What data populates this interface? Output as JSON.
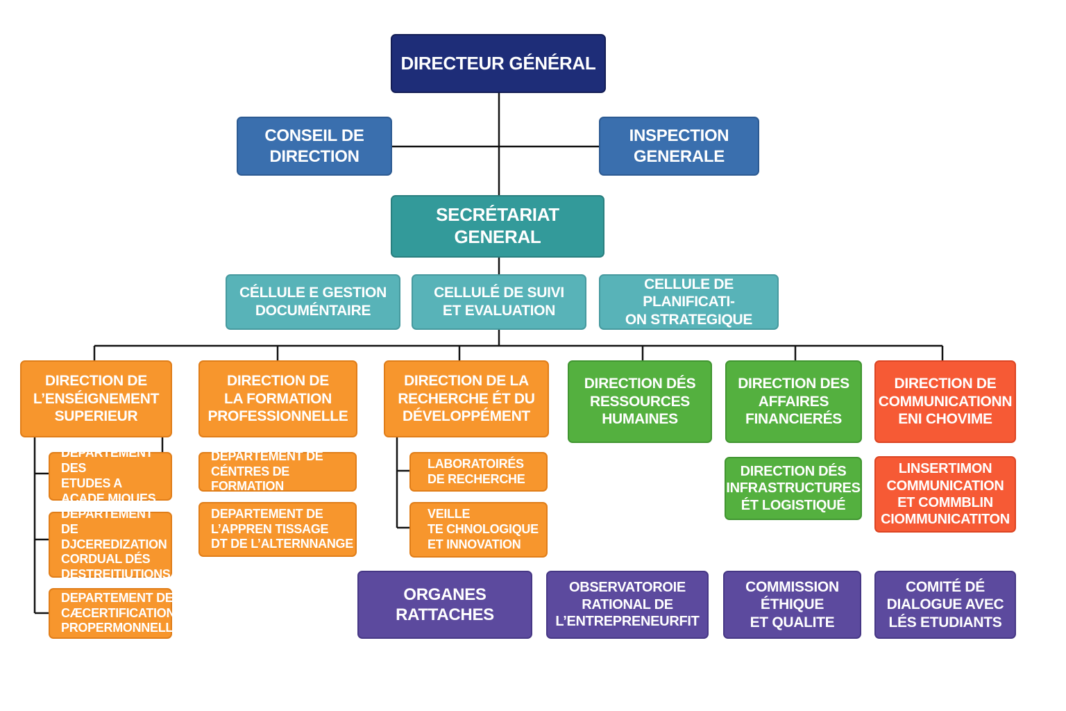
{
  "colors": {
    "navy": "#1e2d78",
    "blue": "#3a6fae",
    "teal": "#339a9a",
    "light_teal": "#58b3b8",
    "orange": "#f7962d",
    "green": "#54b03f",
    "red": "#f65a35",
    "purple": "#5c4a9e",
    "line": "#111111"
  },
  "top": {
    "director": "DIRECTEUR GÉNÉRAL",
    "conseil": "CONSEIL DE\nDIRECTION",
    "inspection": "INSPECTION\nGENERALE",
    "secretariat": "SECRÉTARIAT\nGENERAL"
  },
  "cells": {
    "gestion": "CÉLLULE E GESTION\nDOCUMÉNTAIRE",
    "suivi": "CELLULÉ DE SUIVI\nET EVALUATION",
    "planification": "CELLULE DE PLANIFICATI-\nON STRATEGIQUE"
  },
  "directions": {
    "enseignement": "DIRECTION DE\nL’ENSÉIGNEMENT\nSUPERIEUR",
    "formation": "DIRECTION DE\nLA FORMATION\nPROFESSIONNELLE",
    "recherche": "DIRECTION DE LA\nRECHERCHE ÉT DU\nDÉVELOPPÉMENT",
    "rh": "DIRECTION DÉS\nRESSOURCES\nHUMAINES",
    "financieres": "DIRECTION DES\nAFFAIRES\nFINANCIERÉS",
    "communication": "DIRECTION DE\nCOMMUNICATIONN\nENI CHOVIME"
  },
  "sub": {
    "etudes": "DEPARTEMENT DES\nETUDES A\nACADE MIQUES",
    "accreditation": "DEPARTÉMENT DE\nDJCEREDIZATION\nCORDUAL DÉS\nDESTREITIUTIONS",
    "certification": "DEPARTEMENT DE\nCÆCERTIFICATION\nPROPERMONNELLE",
    "centres": "DEPARTEMENT DE\nCÉNTRES DE FORMATION",
    "apprentissage": "DEPARTEMENT DE\nL’APPREN TISSAGE\nDT DE L’ALTERNNANGE",
    "laboratoires": "LABORATOIRÉS\nDE RECHERCHE",
    "veille": "VEILLE\nTE CHNOLOGIQUE\nET INNOVATION",
    "infrastructures": "DIRECTION DÉS\nINFRASTRUCTURES\nÉT LOGISTIQUÉ",
    "insertion": "LINSERTIMON\nCOMMUNICATION\nET COMMBLIN\nCIOMMUNICATITON"
  },
  "organes": {
    "title": "ORGANES\nRATTACHES",
    "observatoire": "OBSERVATOROIE\nRATIONAL DE\nL’ENTREPRENEURFIT",
    "commission": "COMMISSION\nÉTHIQUE\nET QUALITE",
    "comite": "COMITÉ DÉ\nDIALOGUE AVEC\nLÉS ETUDIANTS"
  }
}
